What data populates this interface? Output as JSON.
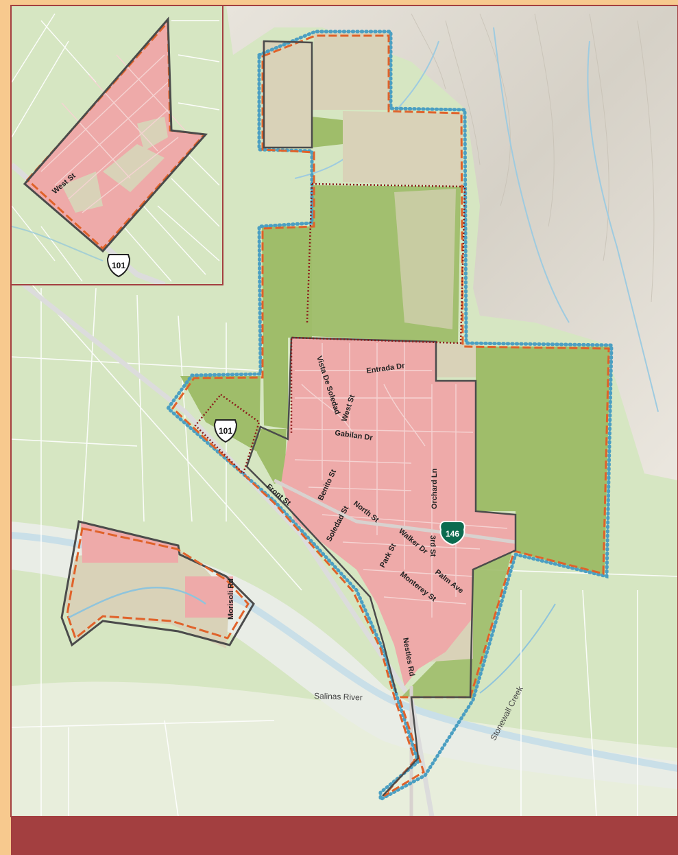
{
  "map": {
    "streets": {
      "entrada": "Entrada Dr",
      "vista": "Vista De Soledad",
      "west": "West St",
      "gabilan": "Gabilan Dr",
      "benito": "Benito St",
      "front": "Front St",
      "orchard": "Orchard Ln",
      "north": "North St",
      "soledad": "Soledad St",
      "walker": "Walker Dr",
      "third": "3rd St",
      "park": "Park St",
      "palm": "Palm Ave",
      "monterey": "Monterey St",
      "nestles": "Nestles Rd",
      "morisoli": "Morisoli Rd",
      "inset_west": "West St"
    },
    "water": {
      "salinas": "Salinas River",
      "stonewall": "Stonewall Creek"
    },
    "routes": {
      "us101_main": "101",
      "us101_inset": "101",
      "ca146": "146"
    },
    "colors": {
      "frame": "#f7c98e",
      "footer_band": "#a33f40",
      "urban_fill": "#eeaaa9",
      "open_space_fill": "#9fbd6a",
      "city_limit": "#4b4b4b",
      "sphere_boundary": "#e0622a",
      "planning_area": "#4b9fc2",
      "subarea_boundary": "#8b1a1a",
      "river": "#8fc4dc"
    }
  }
}
